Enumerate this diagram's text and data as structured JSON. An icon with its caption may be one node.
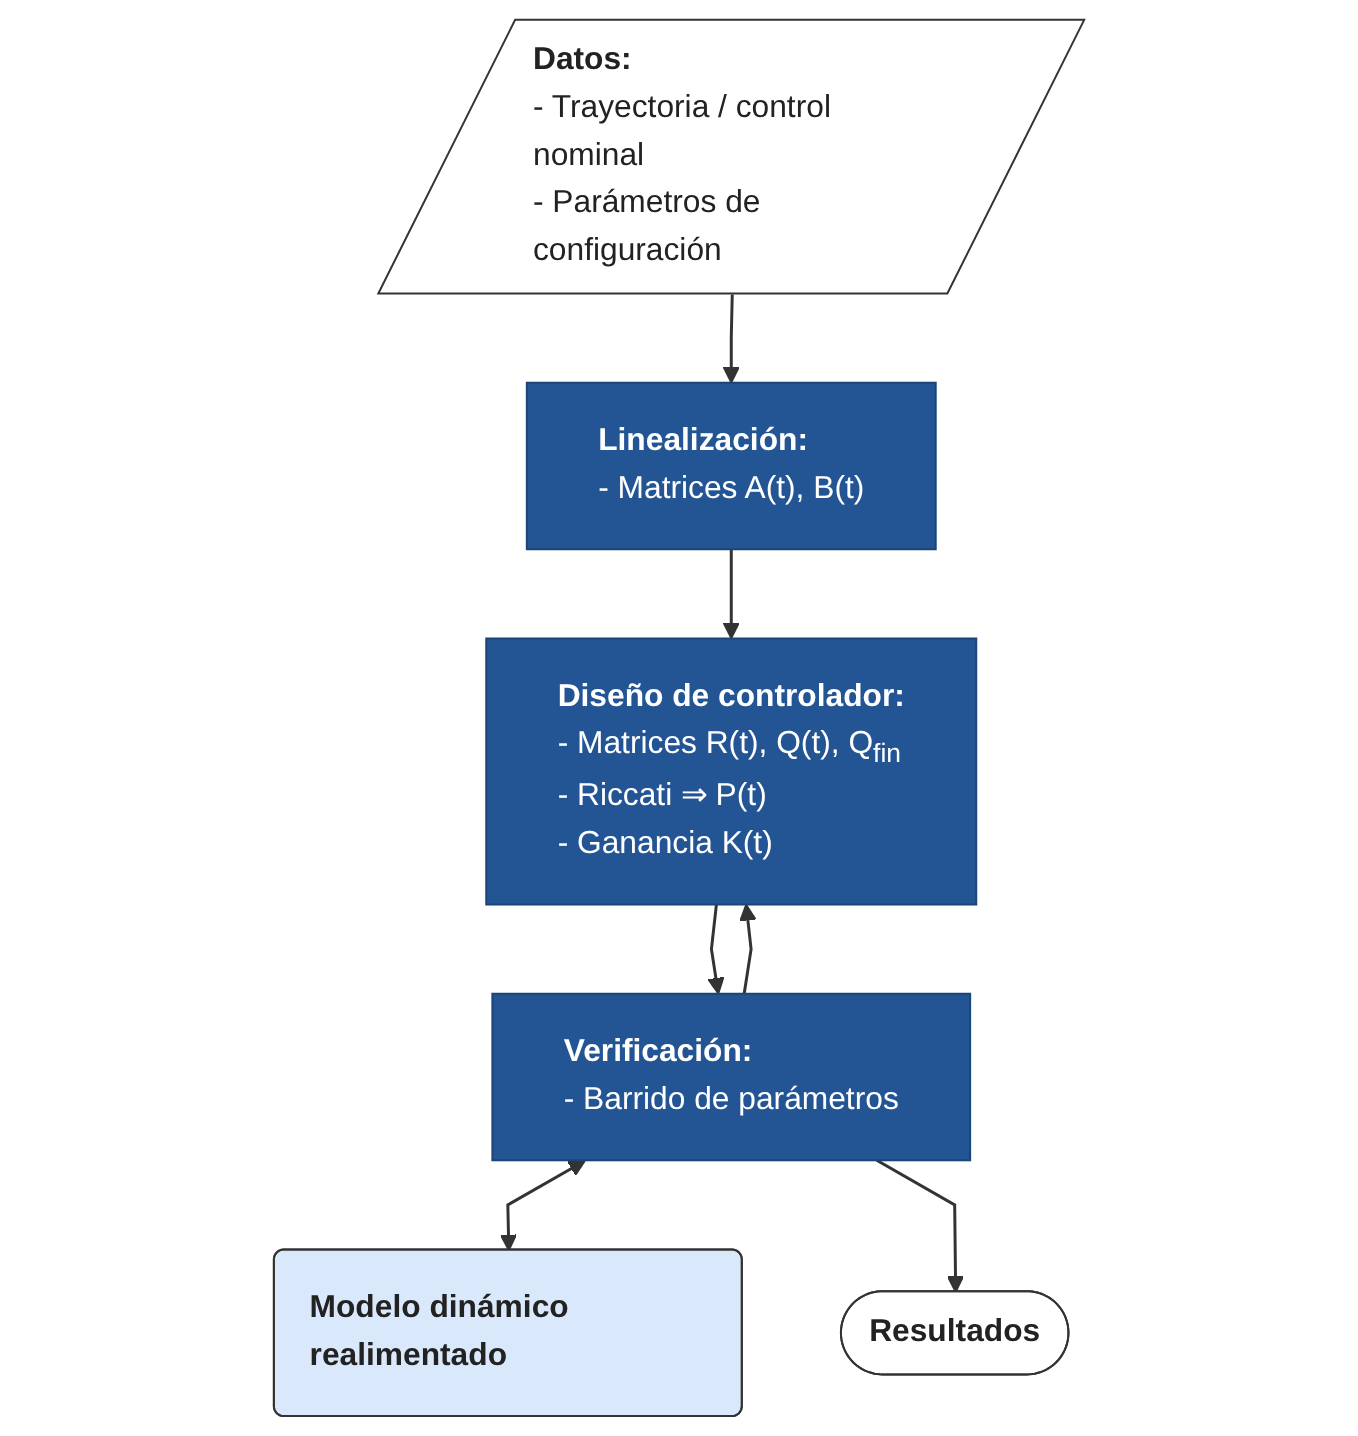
{
  "diagram": {
    "nodes": [
      {
        "text": [
          "Datos:",
          "- Trayectoria / control nominal",
          "- Parámetros de configuración"
        ]
      },
      {
        "text": [
          "Linealización:",
          "- Matrices A(t), B(t)"
        ]
      },
      {
        "text": [
          "Diseño de controlador:",
          "- Matrices R(t), Q(t), Q$_{fin}$",
          "- Riccati ⇒ P(t)",
          "- Ganancia K(t)"
        ]
      },
      {
        "text": [
          "Verificación:",
          "- Barrido de parámetros"
        ]
      },
      {
        "text": [
          "Modelo dinámico realimentado"
        ]
      },
      {
        "text": [
          "Resultados"
        ]
      }
    ],
    "edges": [
      {
        "from": 0,
        "to": 1,
        "arrow": "to"
      },
      {
        "from": 1,
        "to": 2,
        "arrow": "to"
      },
      {
        "from": 2,
        "to": 3,
        "arrow": "to"
      },
      {
        "from": 3,
        "to": 2,
        "arrow": "to"
      },
      {
        "from": 3,
        "to": 4,
        "arrow": "both"
      },
      {
        "from": 3,
        "to": 5,
        "arrow": "to"
      }
    ]
  }
}
